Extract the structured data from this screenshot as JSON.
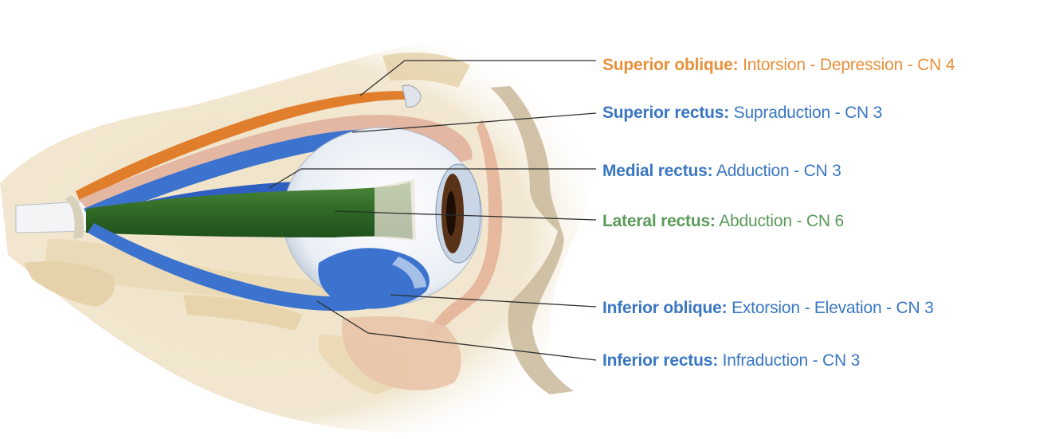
{
  "colors": {
    "orange": "#e8903a",
    "blue": "#3a77c2",
    "green": "#5a9a5a",
    "leader": "#2f2f2f",
    "bone": "#efe1c4",
    "skin": "#e6b89e",
    "muscle_blue": "#3b73cf",
    "muscle_green": "#2f6e27",
    "muscle_orange": "#e17e2c"
  },
  "labels": [
    {
      "id": "superior-oblique",
      "name": "Superior oblique:",
      "desc": " Intorsion - Depression - CN 4",
      "color": "orange"
    },
    {
      "id": "superior-rectus",
      "name": "Superior rectus:",
      "desc": " Supraduction - CN 3",
      "color": "blue"
    },
    {
      "id": "medial-rectus",
      "name": "Medial rectus:",
      "desc": " Adduction - CN 3",
      "color": "blue"
    },
    {
      "id": "lateral-rectus",
      "name": "Lateral rectus:",
      "desc": " Abduction - CN 6",
      "color": "green"
    },
    {
      "id": "inferior-oblique",
      "name": "Inferior oblique:",
      "desc": " Extorsion - Elevation - CN 3",
      "color": "blue"
    },
    {
      "id": "inferior-rectus",
      "name": "Inferior rectus:",
      "desc": " Infraduction - CN 3",
      "color": "blue"
    }
  ]
}
